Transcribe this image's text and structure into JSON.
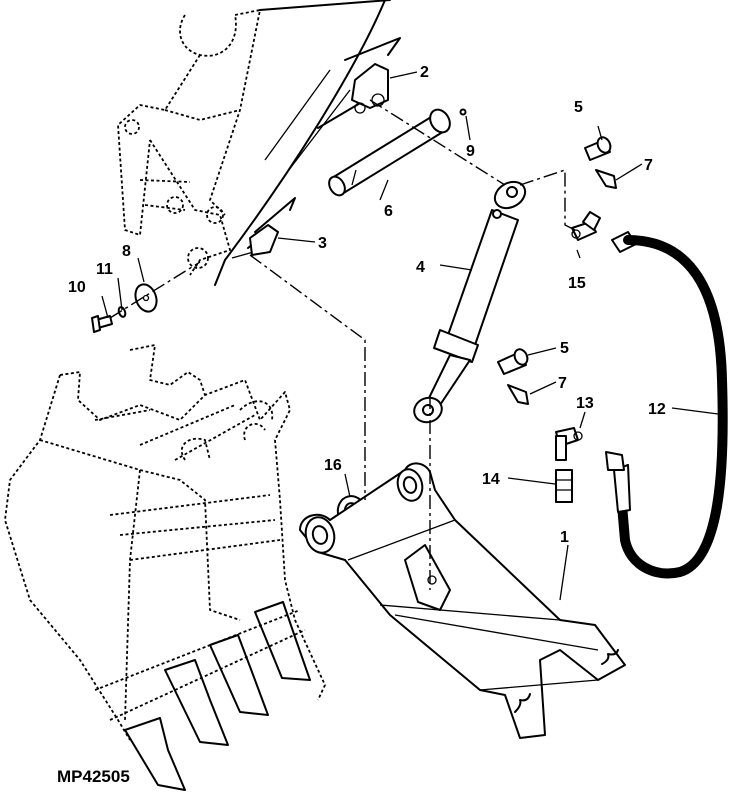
{
  "figure_code": "MP42505",
  "callouts": [
    {
      "id": "c1",
      "label": "1"
    },
    {
      "id": "c2",
      "label": "2"
    },
    {
      "id": "c3",
      "label": "3"
    },
    {
      "id": "c4",
      "label": "4"
    },
    {
      "id": "c5a",
      "label": "5"
    },
    {
      "id": "c5b",
      "label": "5"
    },
    {
      "id": "c6",
      "label": "6"
    },
    {
      "id": "c7a",
      "label": "7"
    },
    {
      "id": "c7b",
      "label": "7"
    },
    {
      "id": "c8",
      "label": "8"
    },
    {
      "id": "c9",
      "label": "9"
    },
    {
      "id": "c10",
      "label": "10"
    },
    {
      "id": "c11",
      "label": "11"
    },
    {
      "id": "c12",
      "label": "12"
    },
    {
      "id": "c13",
      "label": "13"
    },
    {
      "id": "c14",
      "label": "14"
    },
    {
      "id": "c15",
      "label": "15"
    },
    {
      "id": "c16",
      "label": "16"
    }
  ]
}
